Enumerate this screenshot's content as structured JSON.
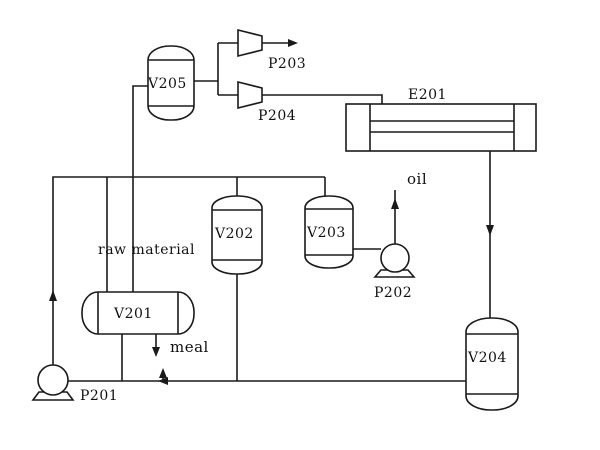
{
  "equipment": {
    "v201": "V201",
    "v202": "V202",
    "v203": "V203",
    "v204": "V204",
    "v205": "V205",
    "e201": "E201",
    "p201": "P201",
    "p202": "P202",
    "p203": "P203",
    "p204": "P204"
  },
  "streams": {
    "raw_material": "raw material",
    "meal": "meal",
    "oil": "oil"
  }
}
